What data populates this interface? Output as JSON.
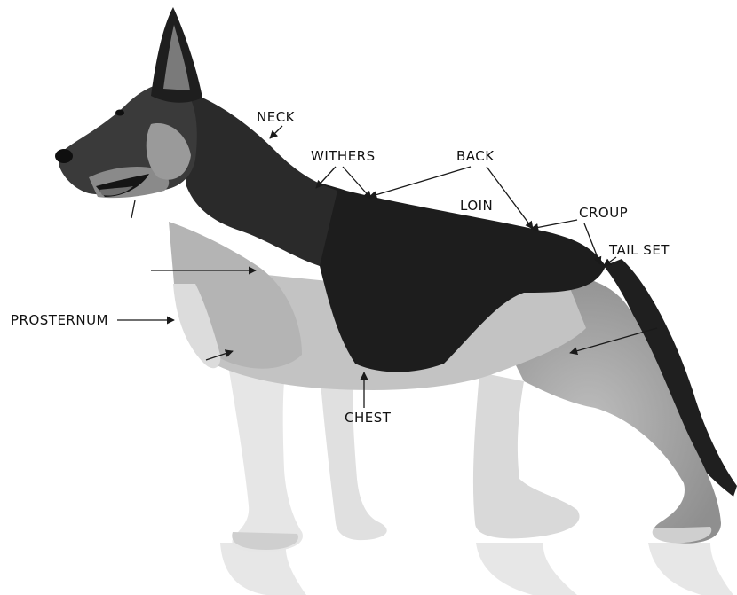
{
  "labels": {
    "neck": "NECK",
    "withers": "WITHERS",
    "back": "BACK",
    "loin": "LOIN",
    "croup": "CROUP",
    "tail_set": "TAIL SET",
    "prosternum": "PROSTERNUM",
    "chest": "CHEST"
  },
  "colors": {
    "background": "#ffffff",
    "coat_black": "#1c1c1c",
    "coat_tan": "#a9a9a9",
    "coat_light": "#d6d6d6",
    "leg_light": "#e2e2e2",
    "line": "#1a1a1a"
  },
  "subject": "german-shepherd-dog"
}
